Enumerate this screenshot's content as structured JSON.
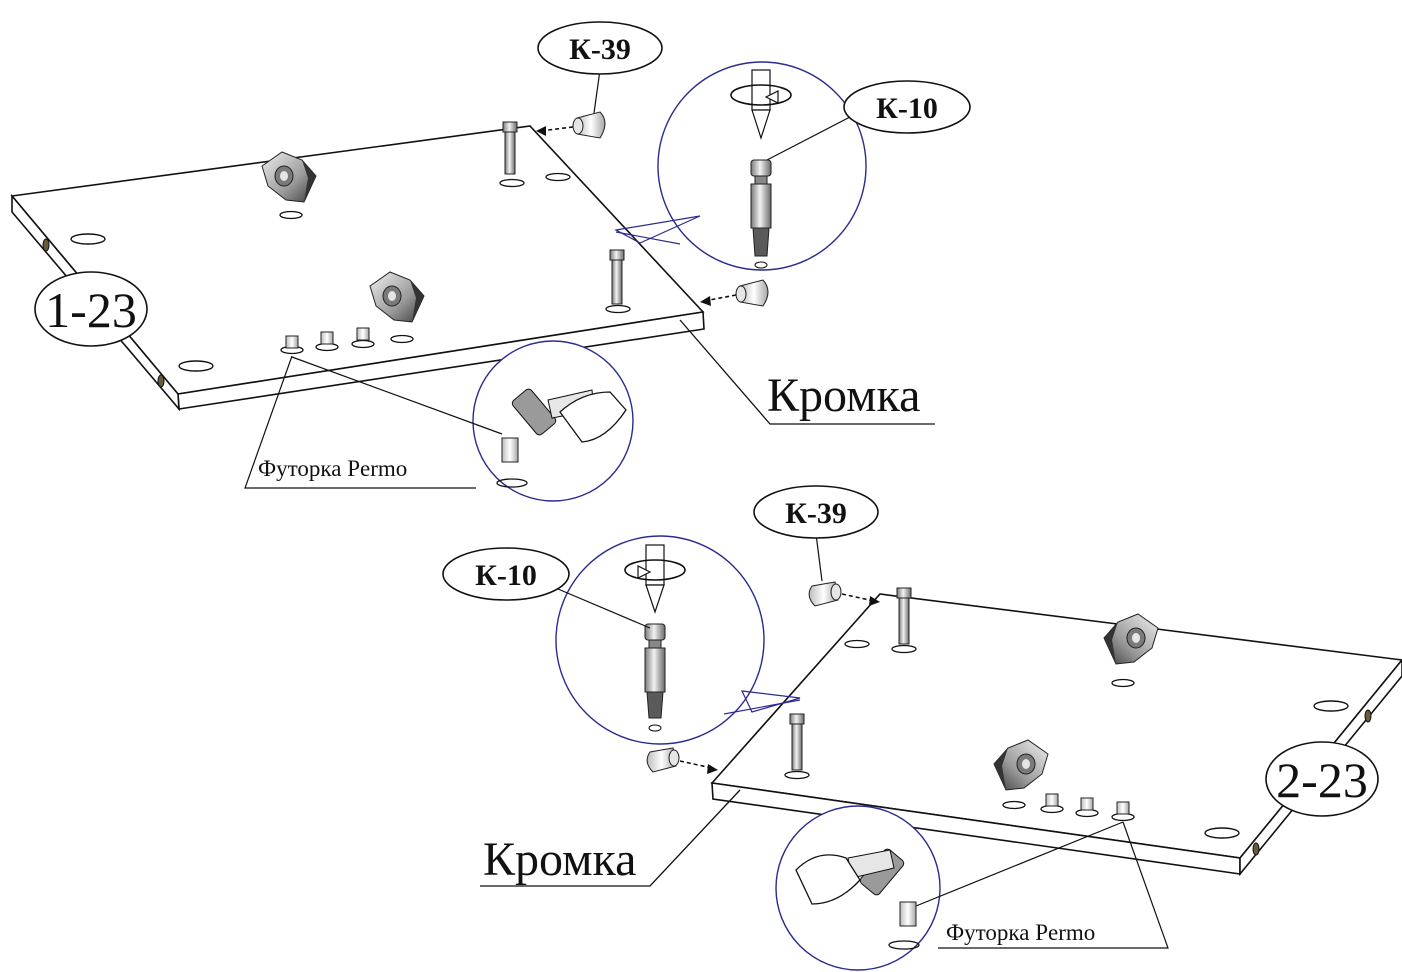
{
  "labels": {
    "k39": "К-39",
    "k10": "К-10",
    "part_top": "1-23",
    "part_bottom": "2-23",
    "edge": "Кромка",
    "insert": "Футорка Permo"
  },
  "colors": {
    "line": "#111111",
    "callout": "#2b2b8f",
    "metal_dark": "#4a4a4a",
    "metal_light": "#d9d9d9"
  }
}
